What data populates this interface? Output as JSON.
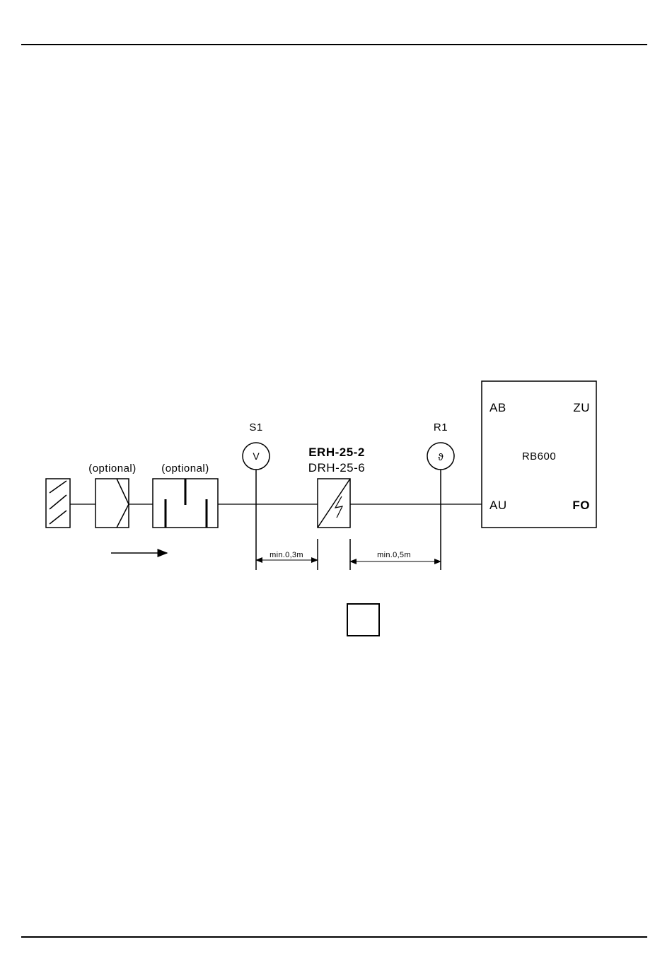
{
  "labels": {
    "damper1_tag": "(optional)",
    "damper2_tag": "(optional)",
    "sensor_s1": "S1",
    "sensor_s1_symbol": "V",
    "heater_line1": "ERH-25-2",
    "heater_line2": "DRH-25-6",
    "sensor_r1": "R1",
    "sensor_r1_symbol": "ϑ",
    "dim_left": "min.0,3m",
    "dim_right": "min.0,5m"
  },
  "unit": {
    "name": "RB600",
    "top_left": "AB",
    "top_right": "ZU",
    "bottom_left": "AU",
    "bottom_right": "FO"
  }
}
